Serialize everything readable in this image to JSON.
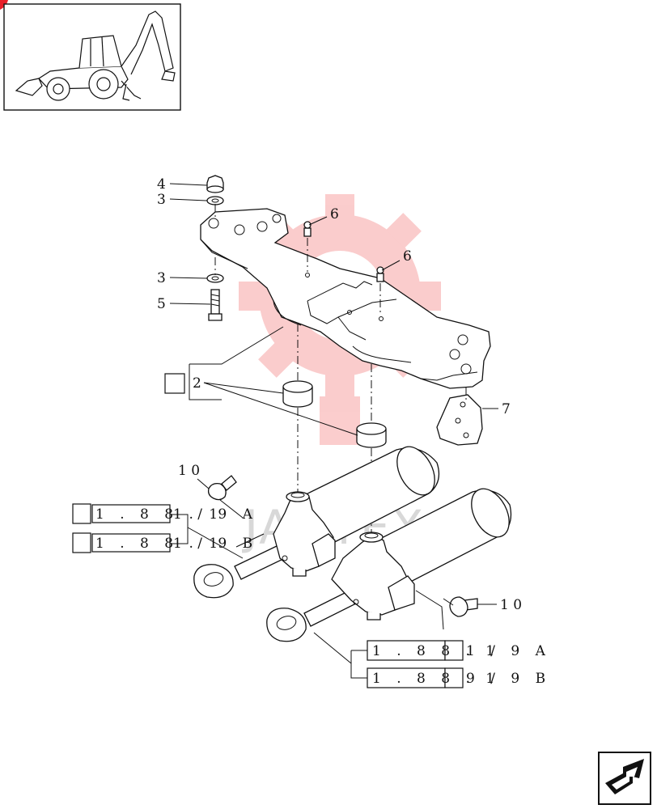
{
  "labels": {
    "p4": "4",
    "p3a": "3",
    "p3b": "3",
    "p5": "5",
    "p6a": "6",
    "p6b": "6",
    "p2": "2",
    "p7": "7",
    "p10a": "1 0",
    "p10b": "1 0"
  },
  "refs": {
    "r1_box": "1 . 8 8 . 1",
    "r1_rest": "1 / 9 A",
    "r2_box": "1 . 8 8 . 1",
    "r2_rest": "1 / 9 B",
    "r3_box": "1 . 8 8 . 1",
    "r3_rest": "1 / 9 A",
    "r4_box": "1 . 8 8 . 1",
    "r4_rest": "9 / 9 B"
  },
  "watermark": "JAHTEX",
  "colors": {
    "watermark_red": "#f04a4a",
    "corner_red": "#e8202a"
  },
  "icons": [
    "backhoe-loader-thumbnail",
    "next-page-arrow-icon",
    "gear-watermark-icon"
  ]
}
